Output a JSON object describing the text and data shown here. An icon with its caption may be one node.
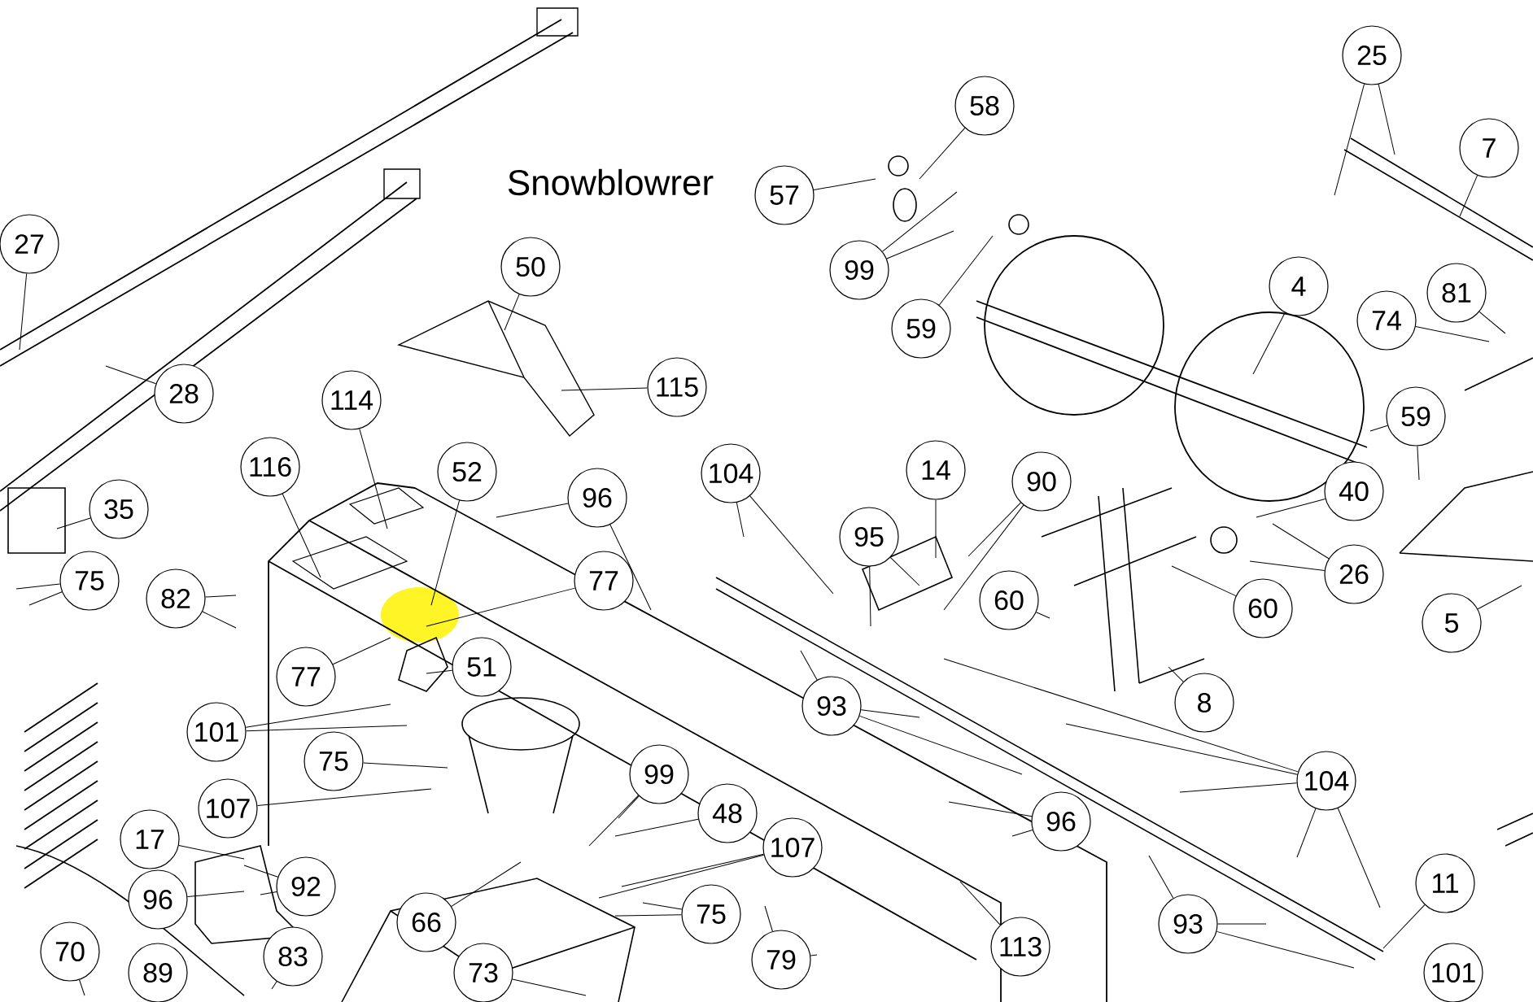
{
  "diagram": {
    "title": "Snowblowrer",
    "nodes": [
      {
        "text": [
          "27"
        ]
      },
      {
        "text": [
          "28"
        ]
      },
      {
        "text": [
          "35"
        ]
      },
      {
        "text": [
          "75"
        ]
      },
      {
        "text": [
          "82"
        ]
      },
      {
        "text": [
          "116"
        ]
      },
      {
        "text": [
          "114"
        ]
      },
      {
        "text": [
          "52"
        ]
      },
      {
        "text": [
          "50"
        ]
      },
      {
        "text": [
          "115"
        ]
      },
      {
        "text": [
          "96"
        ]
      },
      {
        "text": [
          "77"
        ]
      },
      {
        "text": [
          "77"
        ]
      },
      {
        "text": [
          "51"
        ]
      },
      {
        "text": [
          "101"
        ]
      },
      {
        "text": [
          "75"
        ]
      },
      {
        "text": [
          "107"
        ]
      },
      {
        "text": [
          "17"
        ]
      },
      {
        "text": [
          "92"
        ]
      },
      {
        "text": [
          "96"
        ]
      },
      {
        "text": [
          "70"
        ]
      },
      {
        "text": [
          "89"
        ]
      },
      {
        "text": [
          "83"
        ]
      },
      {
        "text": [
          "66"
        ]
      },
      {
        "text": [
          "73"
        ]
      },
      {
        "text": [
          "99"
        ]
      },
      {
        "text": [
          "48"
        ]
      },
      {
        "text": [
          "107"
        ]
      },
      {
        "text": [
          "75"
        ]
      },
      {
        "text": [
          "79"
        ]
      },
      {
        "text": [
          "113"
        ]
      },
      {
        "text": [
          "96"
        ]
      },
      {
        "text": [
          "93"
        ]
      },
      {
        "text": [
          "104"
        ]
      },
      {
        "text": [
          "95"
        ]
      },
      {
        "text": [
          "14"
        ]
      },
      {
        "text": [
          "90"
        ]
      },
      {
        "text": [
          "60"
        ]
      },
      {
        "text": [
          "60"
        ]
      },
      {
        "text": [
          "8"
        ]
      },
      {
        "text": [
          "104"
        ]
      },
      {
        "text": [
          "11"
        ]
      },
      {
        "text": [
          "93"
        ]
      },
      {
        "text": [
          "101"
        ]
      },
      {
        "text": [
          "5"
        ]
      },
      {
        "text": [
          "57"
        ]
      },
      {
        "text": [
          "58"
        ]
      },
      {
        "text": [
          "99"
        ]
      },
      {
        "text": [
          "59"
        ]
      },
      {
        "text": [
          "4"
        ]
      },
      {
        "text": [
          "25"
        ]
      },
      {
        "text": [
          "7"
        ]
      },
      {
        "text": [
          "81"
        ]
      },
      {
        "text": [
          "74"
        ]
      },
      {
        "text": [
          "59"
        ]
      },
      {
        "text": [
          "40"
        ]
      },
      {
        "text": [
          "26"
        ]
      }
    ],
    "edges": [
      {
        "from": 0,
        "to": null,
        "arrow": "none"
      },
      {
        "from": 1,
        "to": null,
        "arrow": "none"
      },
      {
        "from": 2,
        "to": null,
        "arrow": "none"
      },
      {
        "from": 3,
        "to": null,
        "arrow": "none"
      },
      {
        "from": 3,
        "to": null,
        "arrow": "none"
      },
      {
        "from": 4,
        "to": null,
        "arrow": "none"
      },
      {
        "from": 4,
        "to": null,
        "arrow": "none"
      },
      {
        "from": 5,
        "to": null,
        "arrow": "none"
      },
      {
        "from": 6,
        "to": null,
        "arrow": "none"
      },
      {
        "from": 7,
        "to": null,
        "arrow": "none"
      },
      {
        "from": 8,
        "to": null,
        "arrow": "none"
      },
      {
        "from": 9,
        "to": null,
        "arrow": "none"
      },
      {
        "from": 10,
        "to": null,
        "arrow": "none"
      },
      {
        "from": 10,
        "to": null,
        "arrow": "none"
      },
      {
        "from": 11,
        "to": null,
        "arrow": "none"
      },
      {
        "from": 12,
        "to": null,
        "arrow": "none"
      },
      {
        "from": 13,
        "to": null,
        "arrow": "none"
      },
      {
        "from": 14,
        "to": null,
        "arrow": "none"
      },
      {
        "from": 14,
        "to": null,
        "arrow": "none"
      },
      {
        "from": 15,
        "to": null,
        "arrow": "none"
      },
      {
        "from": 16,
        "to": null,
        "arrow": "none"
      },
      {
        "from": 17,
        "to": null,
        "arrow": "none"
      },
      {
        "from": 18,
        "to": null,
        "arrow": "none"
      },
      {
        "from": 18,
        "to": null,
        "arrow": "none"
      },
      {
        "from": 19,
        "to": null,
        "arrow": "none"
      },
      {
        "from": 20,
        "to": null,
        "arrow": "none"
      },
      {
        "from": 22,
        "to": null,
        "arrow": "none"
      },
      {
        "from": 23,
        "to": null,
        "arrow": "none"
      },
      {
        "from": 24,
        "to": null,
        "arrow": "none"
      },
      {
        "from": 25,
        "to": null,
        "arrow": "none"
      },
      {
        "from": 25,
        "to": null,
        "arrow": "none"
      },
      {
        "from": 26,
        "to": null,
        "arrow": "none"
      },
      {
        "from": 27,
        "to": null,
        "arrow": "none"
      },
      {
        "from": 27,
        "to": null,
        "arrow": "none"
      },
      {
        "from": 28,
        "to": null,
        "arrow": "none"
      },
      {
        "from": 28,
        "to": null,
        "arrow": "none"
      },
      {
        "from": 29,
        "to": null,
        "arrow": "none"
      },
      {
        "from": 29,
        "to": null,
        "arrow": "none"
      },
      {
        "from": 30,
        "to": null,
        "arrow": "none"
      },
      {
        "from": 31,
        "to": null,
        "arrow": "none"
      },
      {
        "from": 31,
        "to": null,
        "arrow": "none"
      },
      {
        "from": 32,
        "to": null,
        "arrow": "none"
      },
      {
        "from": 32,
        "to": null,
        "arrow": "none"
      },
      {
        "from": 32,
        "to": null,
        "arrow": "none"
      },
      {
        "from": 33,
        "to": null,
        "arrow": "none"
      },
      {
        "from": 33,
        "to": null,
        "arrow": "none"
      },
      {
        "from": 34,
        "to": null,
        "arrow": "none"
      },
      {
        "from": 34,
        "to": null,
        "arrow": "none"
      },
      {
        "from": 35,
        "to": null,
        "arrow": "none"
      },
      {
        "from": 36,
        "to": null,
        "arrow": "none"
      },
      {
        "from": 36,
        "to": null,
        "arrow": "none"
      },
      {
        "from": 37,
        "to": null,
        "arrow": "none"
      },
      {
        "from": 38,
        "to": null,
        "arrow": "none"
      },
      {
        "from": 39,
        "to": null,
        "arrow": "none"
      },
      {
        "from": 40,
        "to": null,
        "arrow": "none"
      },
      {
        "from": 40,
        "to": null,
        "arrow": "none"
      },
      {
        "from": 40,
        "to": null,
        "arrow": "none"
      },
      {
        "from": 40,
        "to": null,
        "arrow": "none"
      },
      {
        "from": 40,
        "to": null,
        "arrow": "none"
      },
      {
        "from": 41,
        "to": null,
        "arrow": "none"
      },
      {
        "from": 42,
        "to": null,
        "arrow": "none"
      },
      {
        "from": 42,
        "to": null,
        "arrow": "none"
      },
      {
        "from": 42,
        "to": null,
        "arrow": "none"
      },
      {
        "from": 44,
        "to": null,
        "arrow": "none"
      },
      {
        "from": 45,
        "to": null,
        "arrow": "none"
      },
      {
        "from": 46,
        "to": null,
        "arrow": "none"
      },
      {
        "from": 47,
        "to": null,
        "arrow": "none"
      },
      {
        "from": 47,
        "to": null,
        "arrow": "none"
      },
      {
        "from": 48,
        "to": null,
        "arrow": "none"
      },
      {
        "from": 49,
        "to": null,
        "arrow": "none"
      },
      {
        "from": 50,
        "to": null,
        "arrow": "none"
      },
      {
        "from": 50,
        "to": null,
        "arrow": "none"
      },
      {
        "from": 51,
        "to": null,
        "arrow": "none"
      },
      {
        "from": 52,
        "to": null,
        "arrow": "none"
      },
      {
        "from": 53,
        "to": null,
        "arrow": "none"
      },
      {
        "from": 54,
        "to": null,
        "arrow": "none"
      },
      {
        "from": 54,
        "to": null,
        "arrow": "none"
      },
      {
        "from": 55,
        "to": null,
        "arrow": "none"
      },
      {
        "from": 56,
        "to": null,
        "arrow": "none"
      },
      {
        "from": 56,
        "to": null,
        "arrow": "none"
      }
    ]
  }
}
